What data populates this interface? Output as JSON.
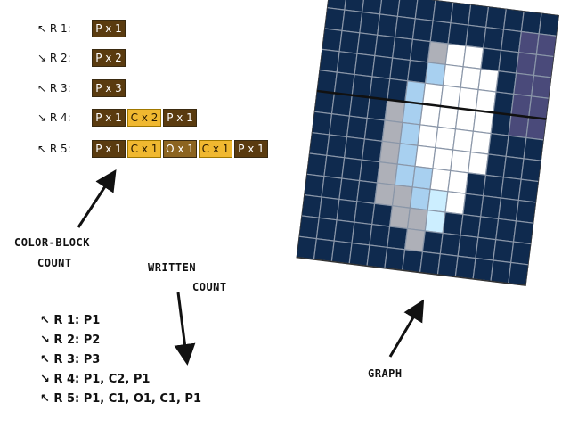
{
  "color_block": {
    "rows": [
      {
        "label": "↖ R 1:",
        "chips": [
          {
            "color": "P",
            "text": "P x 1"
          }
        ]
      },
      {
        "label": "↘ R 2:",
        "chips": [
          {
            "color": "P",
            "text": "P x 2"
          }
        ]
      },
      {
        "label": "↖ R 3:",
        "chips": [
          {
            "color": "P",
            "text": "P x 3"
          }
        ]
      },
      {
        "label": "↘ R 4:",
        "chips": [
          {
            "color": "P",
            "text": "P x 1"
          },
          {
            "color": "C",
            "text": "C x 2"
          },
          {
            "color": "P",
            "text": "P x 1"
          }
        ]
      },
      {
        "label": "↖ R 5:",
        "chips": [
          {
            "color": "P",
            "text": "P x 1"
          },
          {
            "color": "C",
            "text": "C x 1"
          },
          {
            "color": "O",
            "text": "O x 1"
          },
          {
            "color": "C",
            "text": "C x 1"
          },
          {
            "color": "P",
            "text": "P x 1"
          }
        ]
      }
    ],
    "caption_line1": "COLOR-BLOCK",
    "caption_line2": "COUNT"
  },
  "written": {
    "caption_line1": "WRITTEN",
    "caption_line2": "COUNT",
    "lines": [
      "↖ R 1: P1",
      "↘ R 2: P2",
      "↖ R 3: P3",
      "↘ R 4: P1, C2, P1",
      "↖ R 5: P1, C1, O1, C1, P1"
    ]
  },
  "graph": {
    "caption": "GRAPH",
    "palette": {
      "N": "#0f2a4e",
      "W": "#ffffff",
      "G": "#aeb0b8",
      "L": "#a8d0f0",
      "K": "#cceeff",
      "V": "#4a4a7a"
    },
    "cells": [
      "NNNNNNNNNNNNN",
      "NNNNNNNNNNNVV",
      "NNNNNNGWWNNVV",
      "NNNNNNLWWWNVV",
      "NNNNNLWWWWNVV",
      "NNNNGLWWWWNVV",
      "NNNNGLWWWWNNN",
      "NNNNGLWWWWNNN",
      "NNNNGLLWWNNNN",
      "NNNNGGLKWNNNN",
      "NNNNNGGKNNNNN",
      "NNNNNNGNNNNNN",
      "NNNNNNNNNNNNN"
    ]
  }
}
